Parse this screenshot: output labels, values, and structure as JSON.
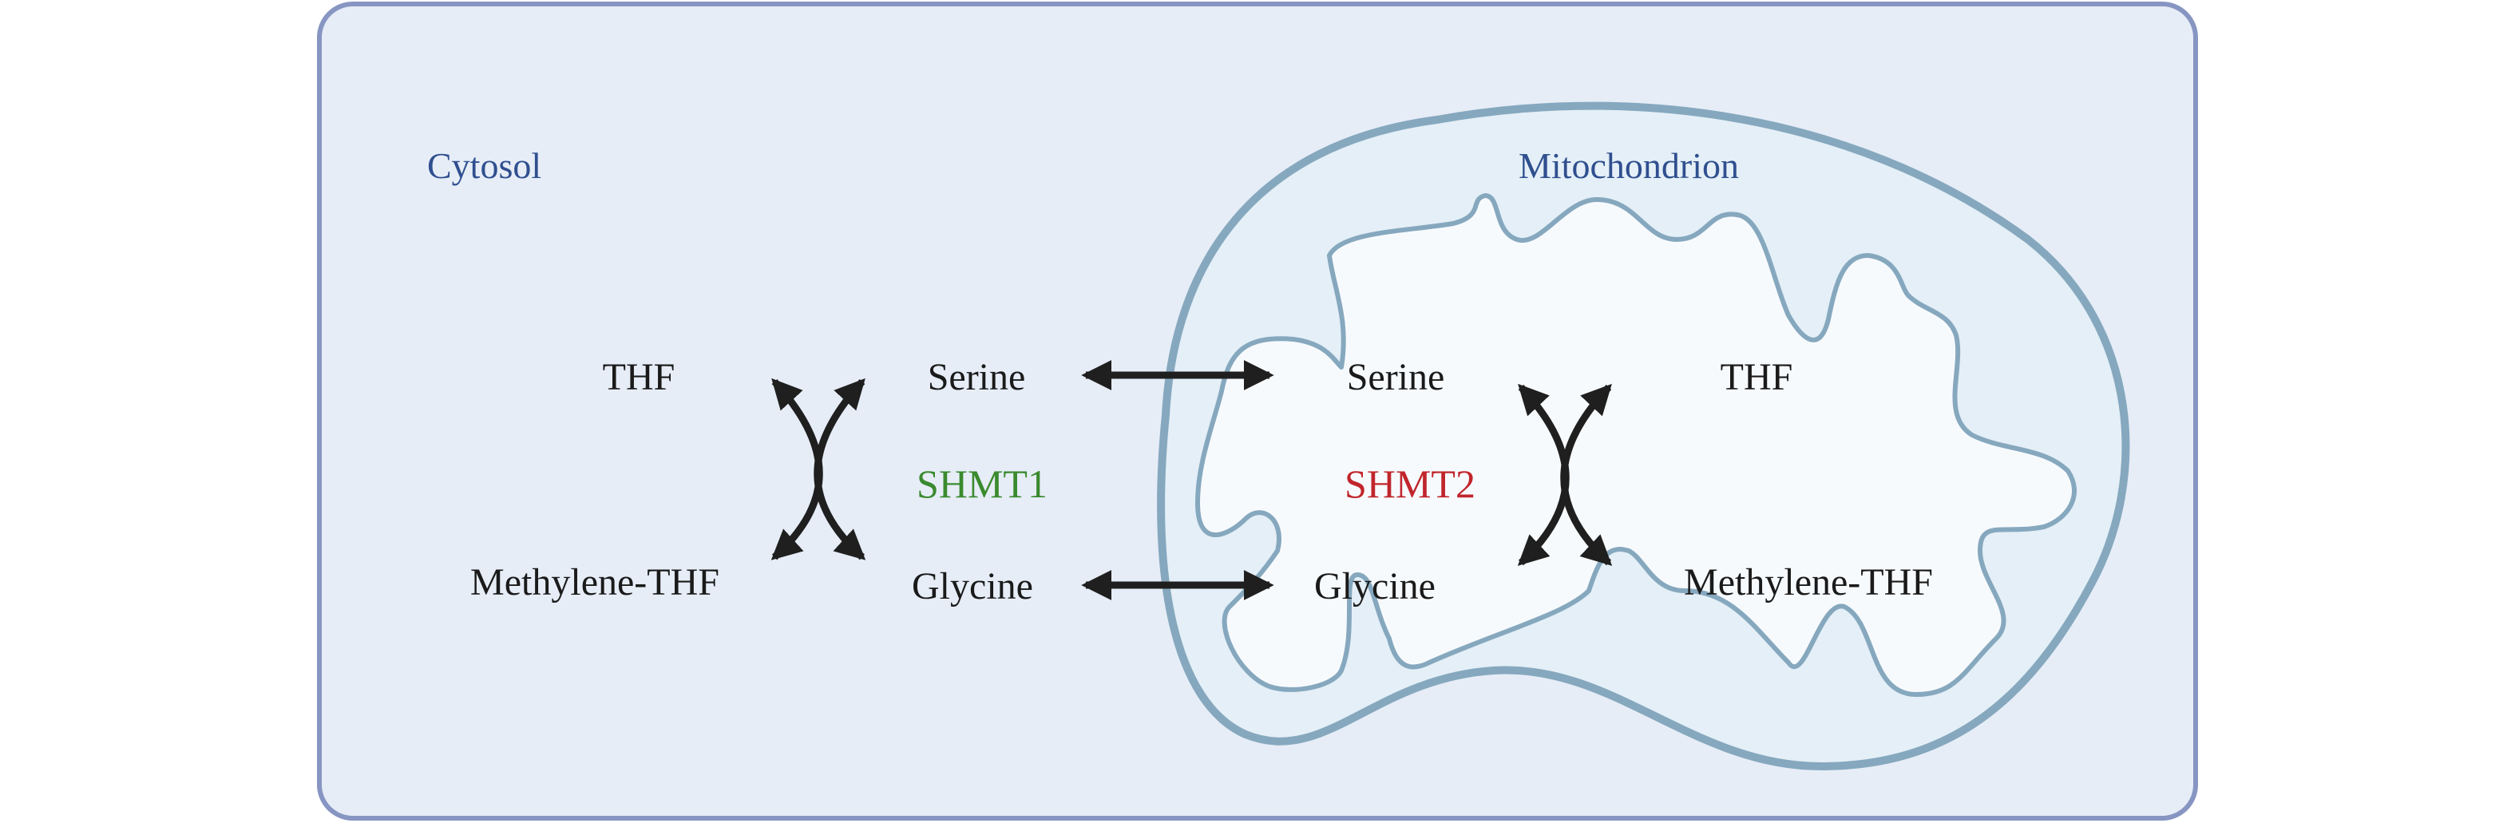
{
  "diagram": {
    "regions": {
      "cytosol": "Cytosol",
      "mitochondrion": "Mitochondrion"
    },
    "cytosol": {
      "thf": "THF",
      "methylene_thf": "Methylene-THF",
      "serine": "Serine",
      "glycine": "Glycine",
      "enzyme": "SHMT1"
    },
    "mitochondrion": {
      "serine": "Serine",
      "glycine": "Glycine",
      "enzyme": "SHMT2",
      "thf": "THF",
      "methylene_thf": "Methylene-THF"
    },
    "colors": {
      "cell_fill": "#e6edf7",
      "cell_border": "#8795c2",
      "region_label": "#2f4f8f",
      "mito_outer_fill": "#e4eff7",
      "mito_stroke": "#86a8be",
      "matrix_fill": "#f7fafd",
      "shmt1": "#3a8a2e",
      "shmt2": "#c0262c",
      "text": "#1a1a1a",
      "arrow": "#1f1f1f"
    }
  }
}
